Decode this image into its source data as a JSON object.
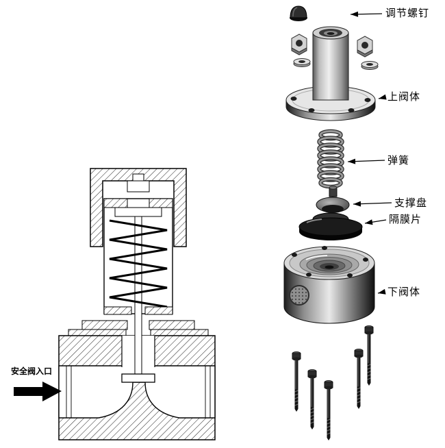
{
  "diagram": {
    "type": "safety-valve-assembly",
    "labels": {
      "adjust_screw": "调节螺钉",
      "upper_body": "上阀体",
      "spring": "弹簧",
      "support_disc": "支撑盘",
      "diaphragm": "隔膜片",
      "lower_body": "下阀体",
      "inlet": "安全阀入口"
    },
    "colors": {
      "background": "#ffffff",
      "line": "#000000",
      "dark_metal": "#1b1b1b",
      "light_metal": "#d9d9d9"
    }
  }
}
